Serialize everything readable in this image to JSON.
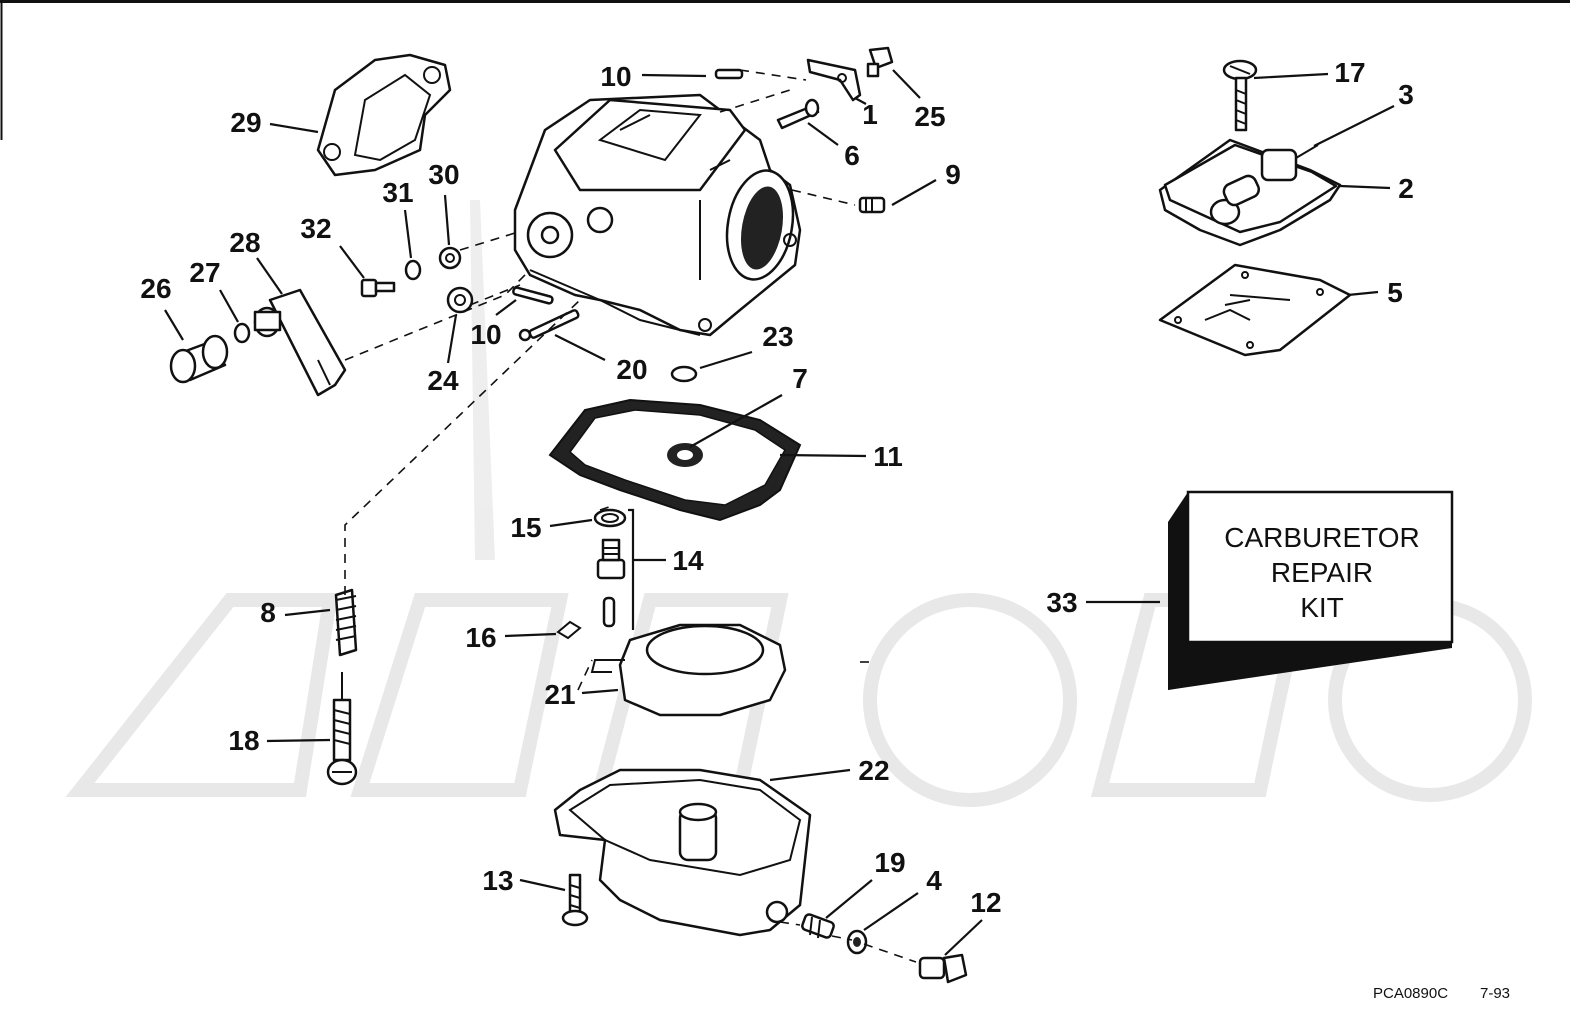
{
  "callouts": [
    {
      "id": "c10a",
      "text": "10"
    },
    {
      "id": "c1",
      "text": "1"
    },
    {
      "id": "c25",
      "text": "25"
    },
    {
      "id": "c6",
      "text": "6"
    },
    {
      "id": "c9",
      "text": "9"
    },
    {
      "id": "c29",
      "text": "29"
    },
    {
      "id": "c31",
      "text": "31"
    },
    {
      "id": "c30",
      "text": "30"
    },
    {
      "id": "c32",
      "text": "32"
    },
    {
      "id": "c28",
      "text": "28"
    },
    {
      "id": "c27",
      "text": "27"
    },
    {
      "id": "c26",
      "text": "26"
    },
    {
      "id": "c24",
      "text": "24"
    },
    {
      "id": "c10b",
      "text": "10"
    },
    {
      "id": "c20",
      "text": "20"
    },
    {
      "id": "c23",
      "text": "23"
    },
    {
      "id": "c7",
      "text": "7"
    },
    {
      "id": "c11",
      "text": "11"
    },
    {
      "id": "c15",
      "text": "15"
    },
    {
      "id": "c14",
      "text": "14"
    },
    {
      "id": "c8",
      "text": "8"
    },
    {
      "id": "c16",
      "text": "16"
    },
    {
      "id": "c21",
      "text": "21"
    },
    {
      "id": "c18",
      "text": "18"
    },
    {
      "id": "c22",
      "text": "22"
    },
    {
      "id": "c13",
      "text": "13"
    },
    {
      "id": "c19",
      "text": "19"
    },
    {
      "id": "c4",
      "text": "4"
    },
    {
      "id": "c12",
      "text": "12"
    },
    {
      "id": "c17",
      "text": "17"
    },
    {
      "id": "c3",
      "text": "3"
    },
    {
      "id": "c2",
      "text": "2"
    },
    {
      "id": "c5",
      "text": "5"
    },
    {
      "id": "c33",
      "text": "33"
    }
  ],
  "kit_box": {
    "line1": "CARBURETOR",
    "line2": "REPAIR",
    "line3": "KIT"
  },
  "footer": {
    "code": "PCA0890C",
    "date": "7-93"
  }
}
